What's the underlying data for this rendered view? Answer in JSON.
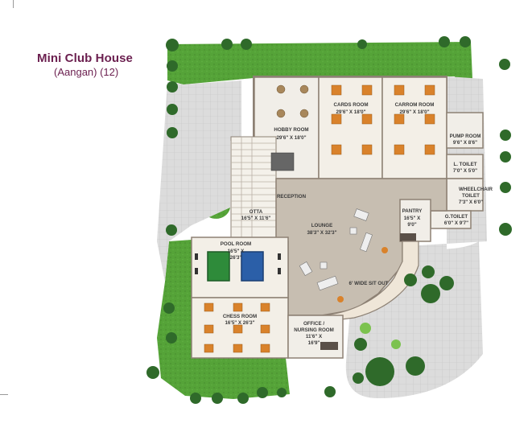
{
  "title": {
    "main": "Mini Club House",
    "sub": "(Aangan)  (12)"
  },
  "rooms": {
    "hobby": {
      "name": "HOBBY ROOM",
      "size": "29'6\" X 18'0\""
    },
    "cards": {
      "name": "CARDS ROOM",
      "size": "29'6\" X 18'0\""
    },
    "carrom": {
      "name": "CARROM ROOM",
      "size": "29'6\" X 18'0\""
    },
    "pump": {
      "name": "PUMP ROOM",
      "size": "9'6\" X 8'6\""
    },
    "ltoilet": {
      "name": "L. TOILET",
      "size": "7'0\" X 5'0\""
    },
    "wctoilet": {
      "name1": "WHEELCHAIR",
      "name2": "TOILET",
      "size": "7'3\" X 6'0\""
    },
    "gtoilet": {
      "name": "G.TOILET",
      "size": "6'0\" X 9'7\""
    },
    "reception": {
      "name": "RECEPTION"
    },
    "otta": {
      "name": "OTTA",
      "size": "16'5\" X 11'6\""
    },
    "lounge": {
      "name": "LOUNGE",
      "size": "38'3\" X 32'3\""
    },
    "pantry": {
      "name": "PANTRY",
      "size1": "16'5\" X",
      "size2": "9'0\""
    },
    "pool": {
      "name": "POOL ROOM",
      "size1": "16'5\" X",
      "size2": "26'3\""
    },
    "sitout": {
      "name": "6' WIDE SIT OUT"
    },
    "chess": {
      "name": "CHESS ROOM",
      "size": "16'5\" X 26'3\""
    },
    "office": {
      "name1": "OFFICE /",
      "name2": "NURSING ROOM",
      "size1": "11'6\" X",
      "size2": "16'9\""
    }
  },
  "colors": {
    "title": "#6b1f4f",
    "lawn": "#4e9b32",
    "paving": "#d9d9d9",
    "floor": "#ece8df",
    "lounge": "#c9c0b3",
    "wall": "#9a8e80",
    "table": "#d9822b",
    "pool_table": "#2e8b3a",
    "pool_table2": "#2b5fa8",
    "tree": "#2f6a2a"
  }
}
